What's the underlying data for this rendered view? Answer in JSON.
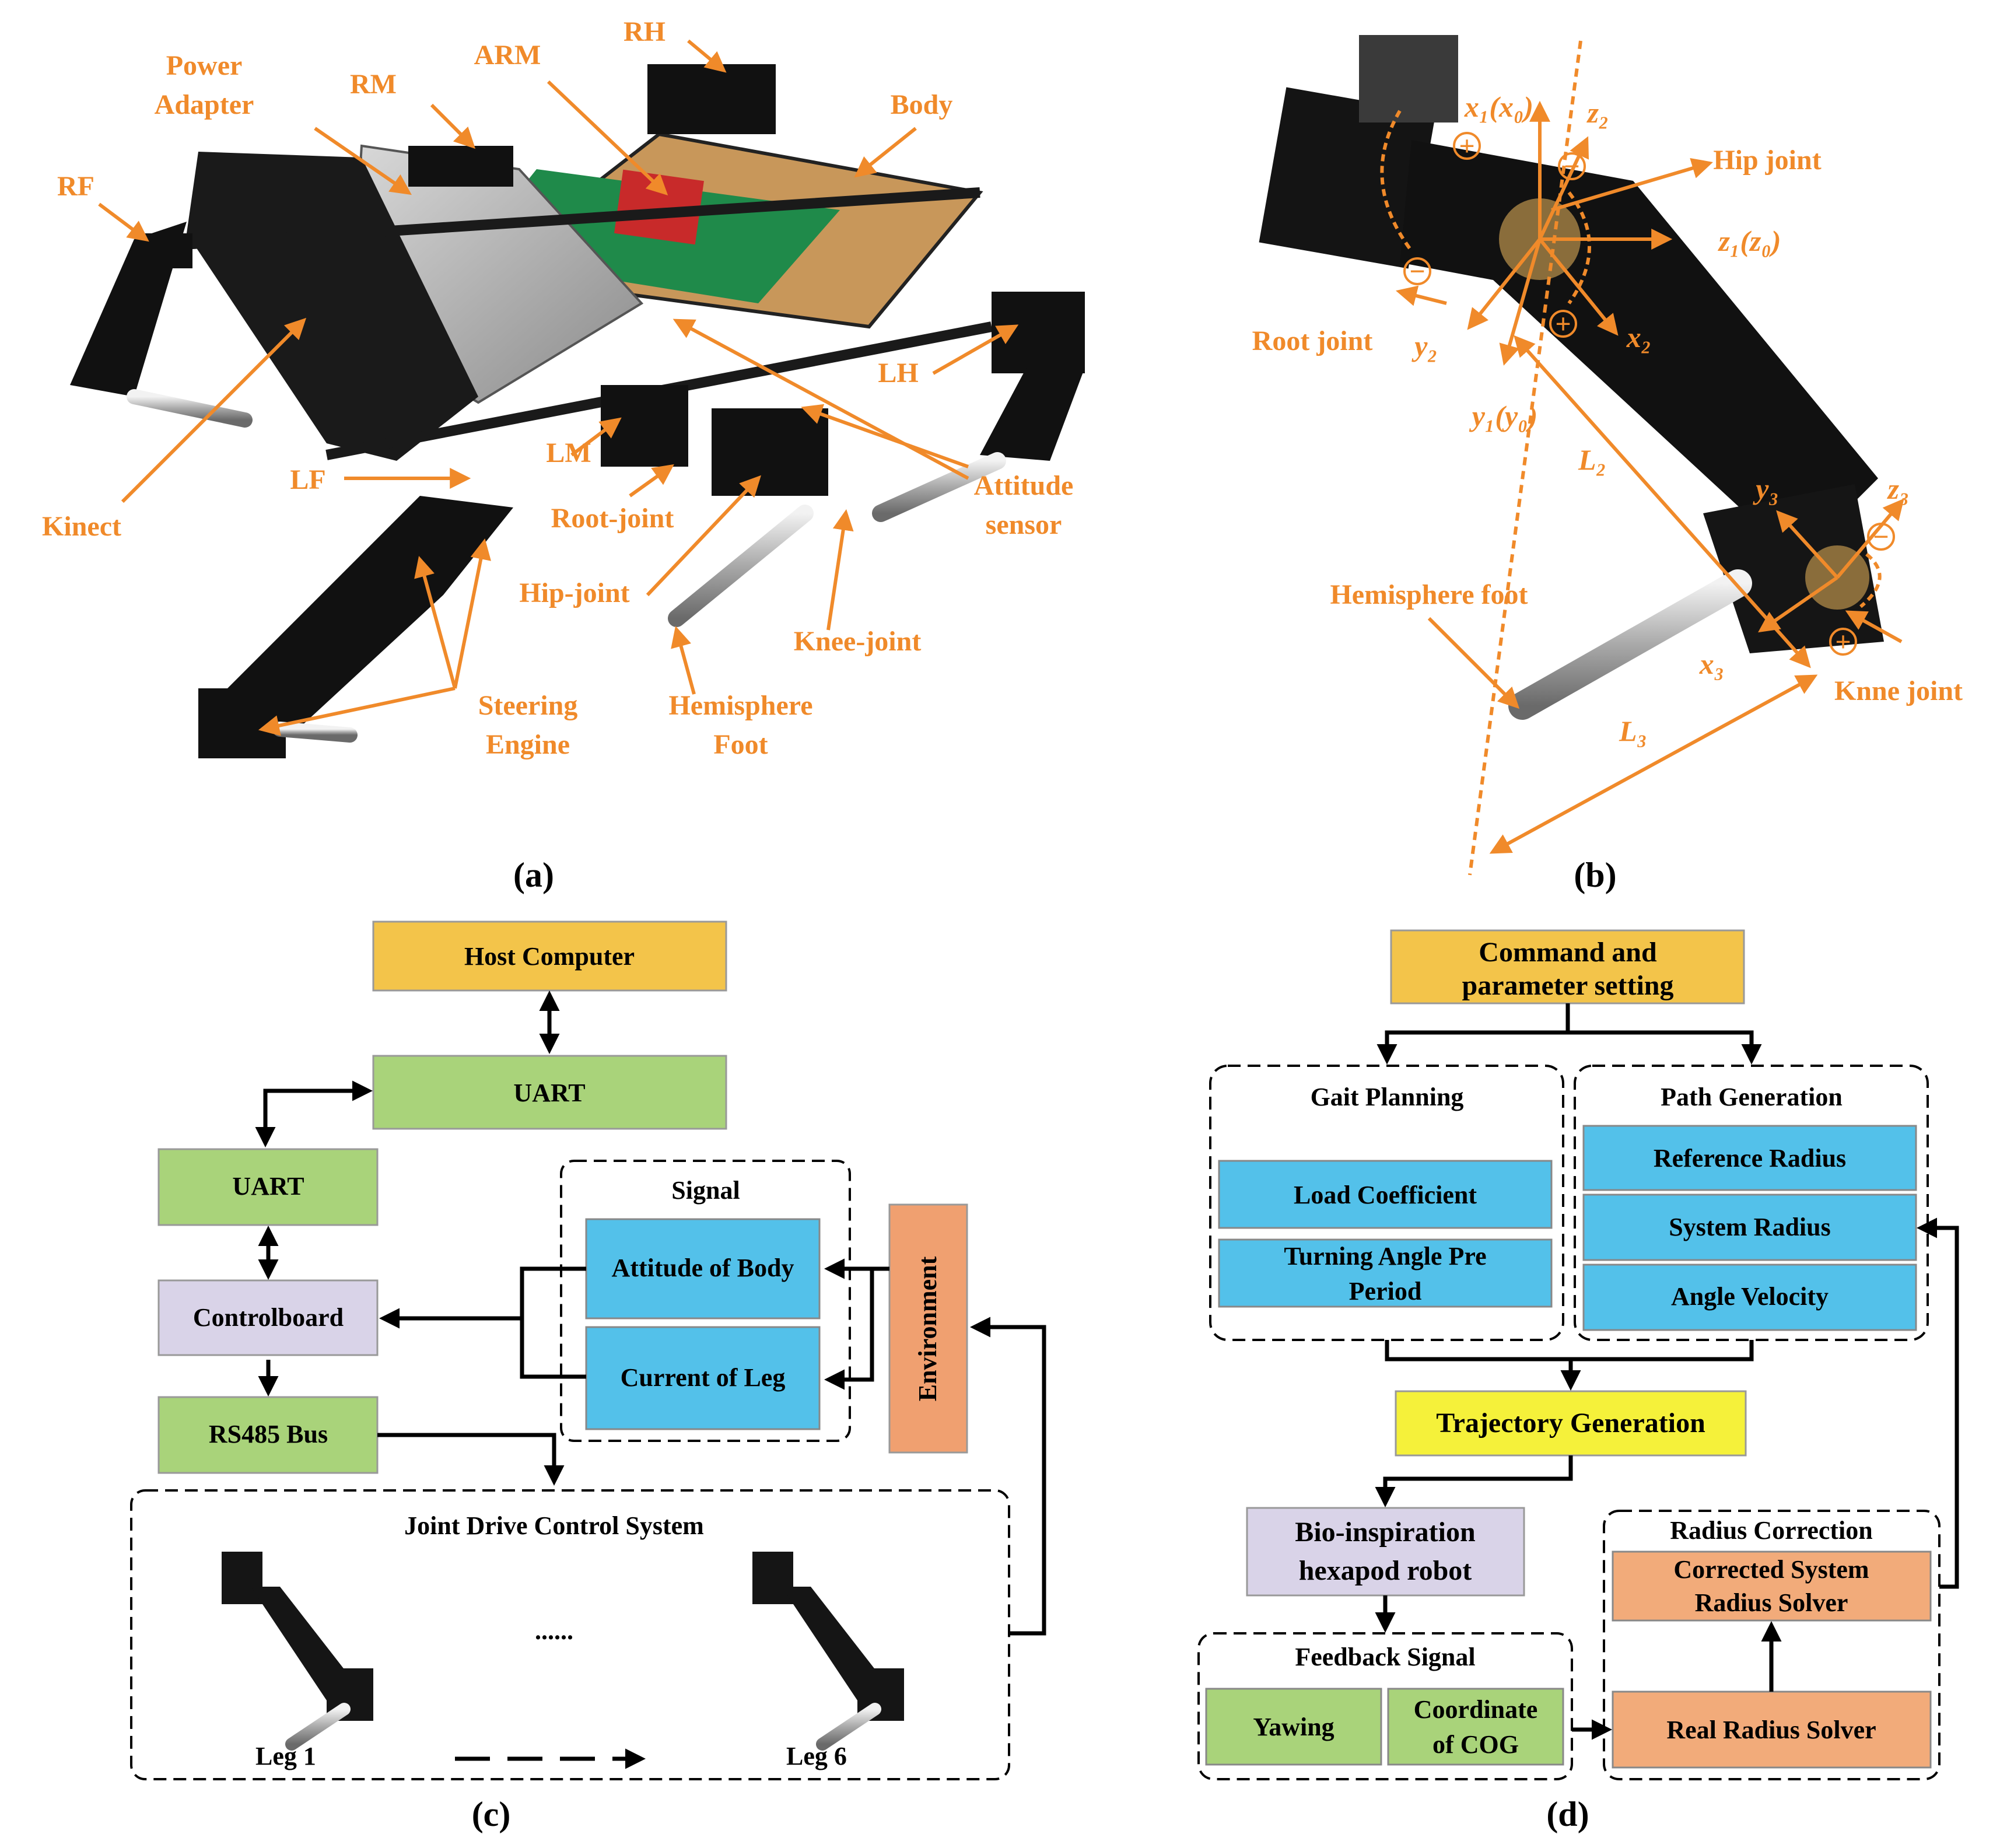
{
  "panel_a": {
    "caption": "(a)",
    "labels": {
      "power_adapter_1": "Power",
      "power_adapter_2": "Adapter",
      "rm": "RM",
      "arm": "ARM",
      "rh": "RH",
      "body": "Body",
      "rf": "RF",
      "kinect": "Kinect",
      "lf": "LF",
      "lm": "LM",
      "root_joint": "Root-joint",
      "hip_joint": "Hip-joint",
      "lh": "LH",
      "attitude_1": "Attitude",
      "attitude_2": "sensor",
      "knee_joint": "Knee-joint",
      "steering_1": "Steering",
      "steering_2": "Engine",
      "hemi_1": "Hemisphere",
      "hemi_2": "Foot"
    }
  },
  "panel_b": {
    "caption": "(b)",
    "labels": {
      "x1x0": "x₁(x₀)",
      "z2": "z₂",
      "hip_joint": "Hip joint",
      "z1z0": "z₁(z₀)",
      "root_joint": "Root joint",
      "y2": "y₂",
      "x2": "x₂",
      "y1y0": "y₁(y₀)",
      "L2": "L₂",
      "y3": "y₃",
      "z3": "z₃",
      "hemisphere_foot": "Hemisphere foot",
      "x3": "x₃",
      "knne_joint": "Knne joint",
      "L3": "L₃",
      "plus": "+",
      "minus": "−"
    }
  },
  "panel_c": {
    "caption": "(c)",
    "host_computer": "Host Computer",
    "uart_top": "UART",
    "uart_left": "UART",
    "controlboard": "Controlboard",
    "rs485": "RS485 Bus",
    "signal": "Signal",
    "attitude_of_body": "Attitude of Body",
    "current_of_leg": "Current of Leg",
    "environment": "Environment",
    "joint_drive": "Joint Drive Control System",
    "ellipsis": "......",
    "leg1": "Leg 1",
    "leg6": "Leg 6"
  },
  "panel_d": {
    "caption": "(d)",
    "command_1": "Command and",
    "command_2": "parameter setting",
    "gait_planning": "Gait Planning",
    "load_coefficient": "Load Coefficient",
    "turning_1": "Turning Angle Pre",
    "turning_2": "Period",
    "path_generation": "Path Generation",
    "reference_radius": "Reference Radius",
    "system_radius": "System Radius",
    "angle_velocity": "Angle Velocity",
    "trajectory": "Trajectory Generation",
    "bio_1": "Bio-inspiration",
    "bio_2": "hexapod robot",
    "radius_correction": "Radius Correction",
    "corrected_1": "Corrected System",
    "corrected_2": "Radius Solver",
    "feedback": "Feedback Signal",
    "yawing": "Yawing",
    "coord_1": "Coordinate",
    "coord_2": "of COG",
    "real_radius": "Real Radius Solver"
  },
  "colors": {
    "orange_label": "#f08a2a",
    "gold_box": "#f3c44a",
    "green_box": "#a9d37a",
    "purple_box": "#d9d3e8",
    "blue_box": "#53c1ea",
    "env_box": "#f0a070",
    "yellow_box": "#f5f13a",
    "salmon_box": "#f2ab7a"
  }
}
